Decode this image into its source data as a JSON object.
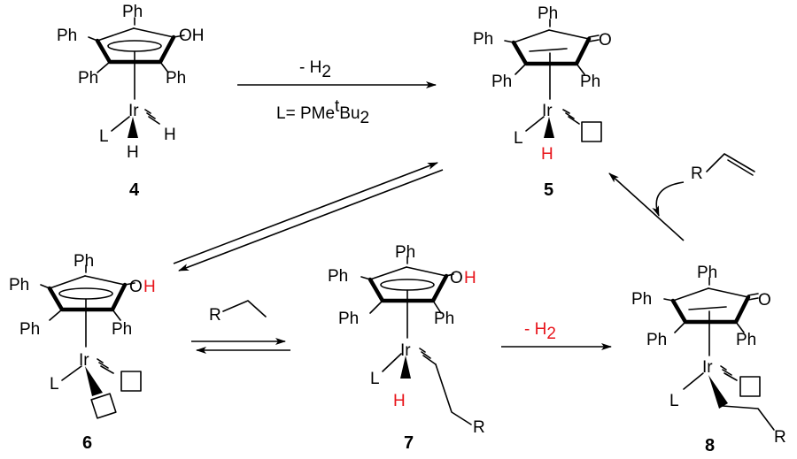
{
  "labels": {
    "ph": "Ph",
    "oh_o": "O",
    "oh_h": "H",
    "oh": "OH",
    "ketone_o": "O",
    "ir": "Ir",
    "l": "L",
    "h": "H",
    "r": "R"
  },
  "compounds": {
    "c4": "4",
    "c5": "5",
    "c6": "6",
    "c7": "7",
    "c8": "8"
  },
  "arrows": {
    "top_above": "- H",
    "top_above_sub": "2",
    "top_below_pre": "L= PMe",
    "top_below_sup": "t",
    "top_below_mid": "Bu",
    "top_below_sub": "2",
    "bottom_right_above": "- H",
    "bottom_right_above_sub": "2"
  },
  "colors": {
    "highlight": "#e8141b",
    "ink": "#000000"
  }
}
